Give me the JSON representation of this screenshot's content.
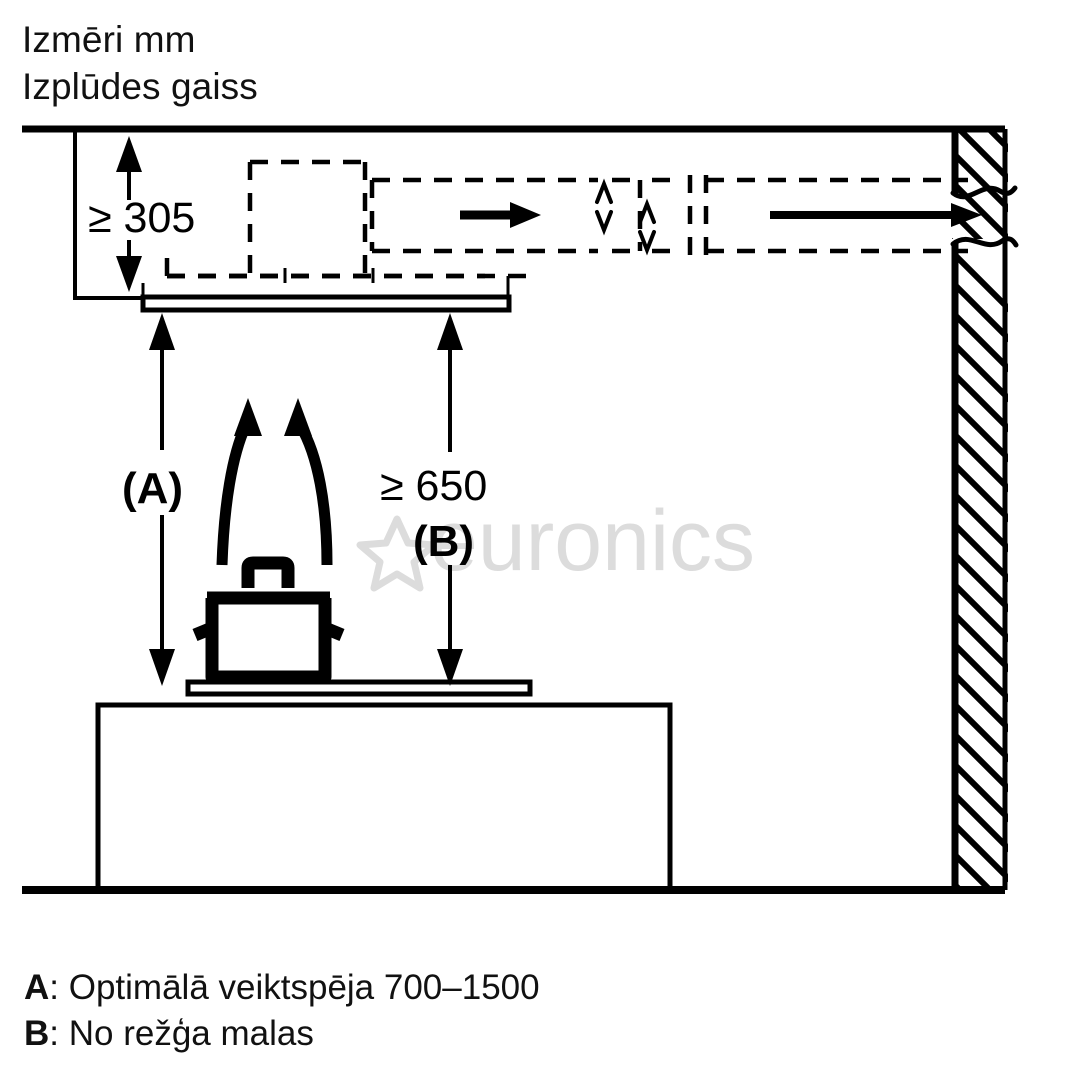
{
  "header": {
    "line1": "Izmēri mm",
    "line2": "Izplūdes gaiss"
  },
  "diagram": {
    "dimensions": {
      "ceiling_gap": "≥ 305",
      "hood_height_min": "≥ 650",
      "label_a": "(A)",
      "label_b": "(B)"
    },
    "watermark": "euronics",
    "watermark_star": "☆"
  },
  "legend": {
    "items": [
      {
        "key": "A",
        "separator": ":",
        "text": " Optimālā veiktspēja 700–1500"
      },
      {
        "key": "B",
        "separator": ":",
        "text": " No režģa malas"
      }
    ]
  },
  "colors": {
    "line": "#000000",
    "background": "#ffffff",
    "watermark": "#dcdcdc"
  }
}
